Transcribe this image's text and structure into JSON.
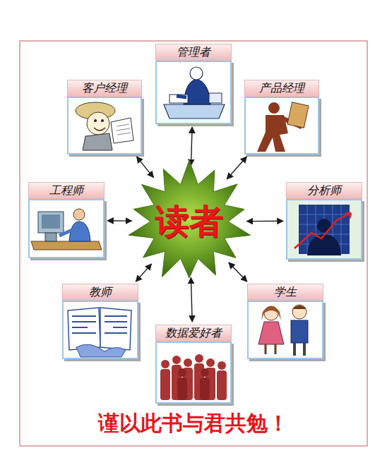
{
  "diagram": {
    "caption": "谨以此书与君共勉！",
    "nodes": [
      {
        "text": [
          "管理者"
        ]
      },
      {
        "text": [
          "客户经理"
        ]
      },
      {
        "text": [
          "产品经理"
        ]
      },
      {
        "text": [
          "工程师"
        ]
      },
      {
        "text": [
          "读者"
        ]
      },
      {
        "text": [
          "分析师"
        ]
      },
      {
        "text": [
          "教师"
        ]
      },
      {
        "text": [
          "学生"
        ]
      },
      {
        "text": [
          "数据爱好者"
        ]
      }
    ],
    "edges": [
      {
        "from": 0,
        "to": 4,
        "arrow": "both"
      },
      {
        "from": 1,
        "to": 4,
        "arrow": "both"
      },
      {
        "from": 2,
        "to": 4,
        "arrow": "both"
      },
      {
        "from": 3,
        "to": 4,
        "arrow": "both"
      },
      {
        "from": 5,
        "to": 4,
        "arrow": "both"
      },
      {
        "from": 6,
        "to": 4,
        "arrow": "both"
      },
      {
        "from": 7,
        "to": 4,
        "arrow": "both"
      },
      {
        "from": 8,
        "to": 4,
        "arrow": "both"
      }
    ]
  }
}
